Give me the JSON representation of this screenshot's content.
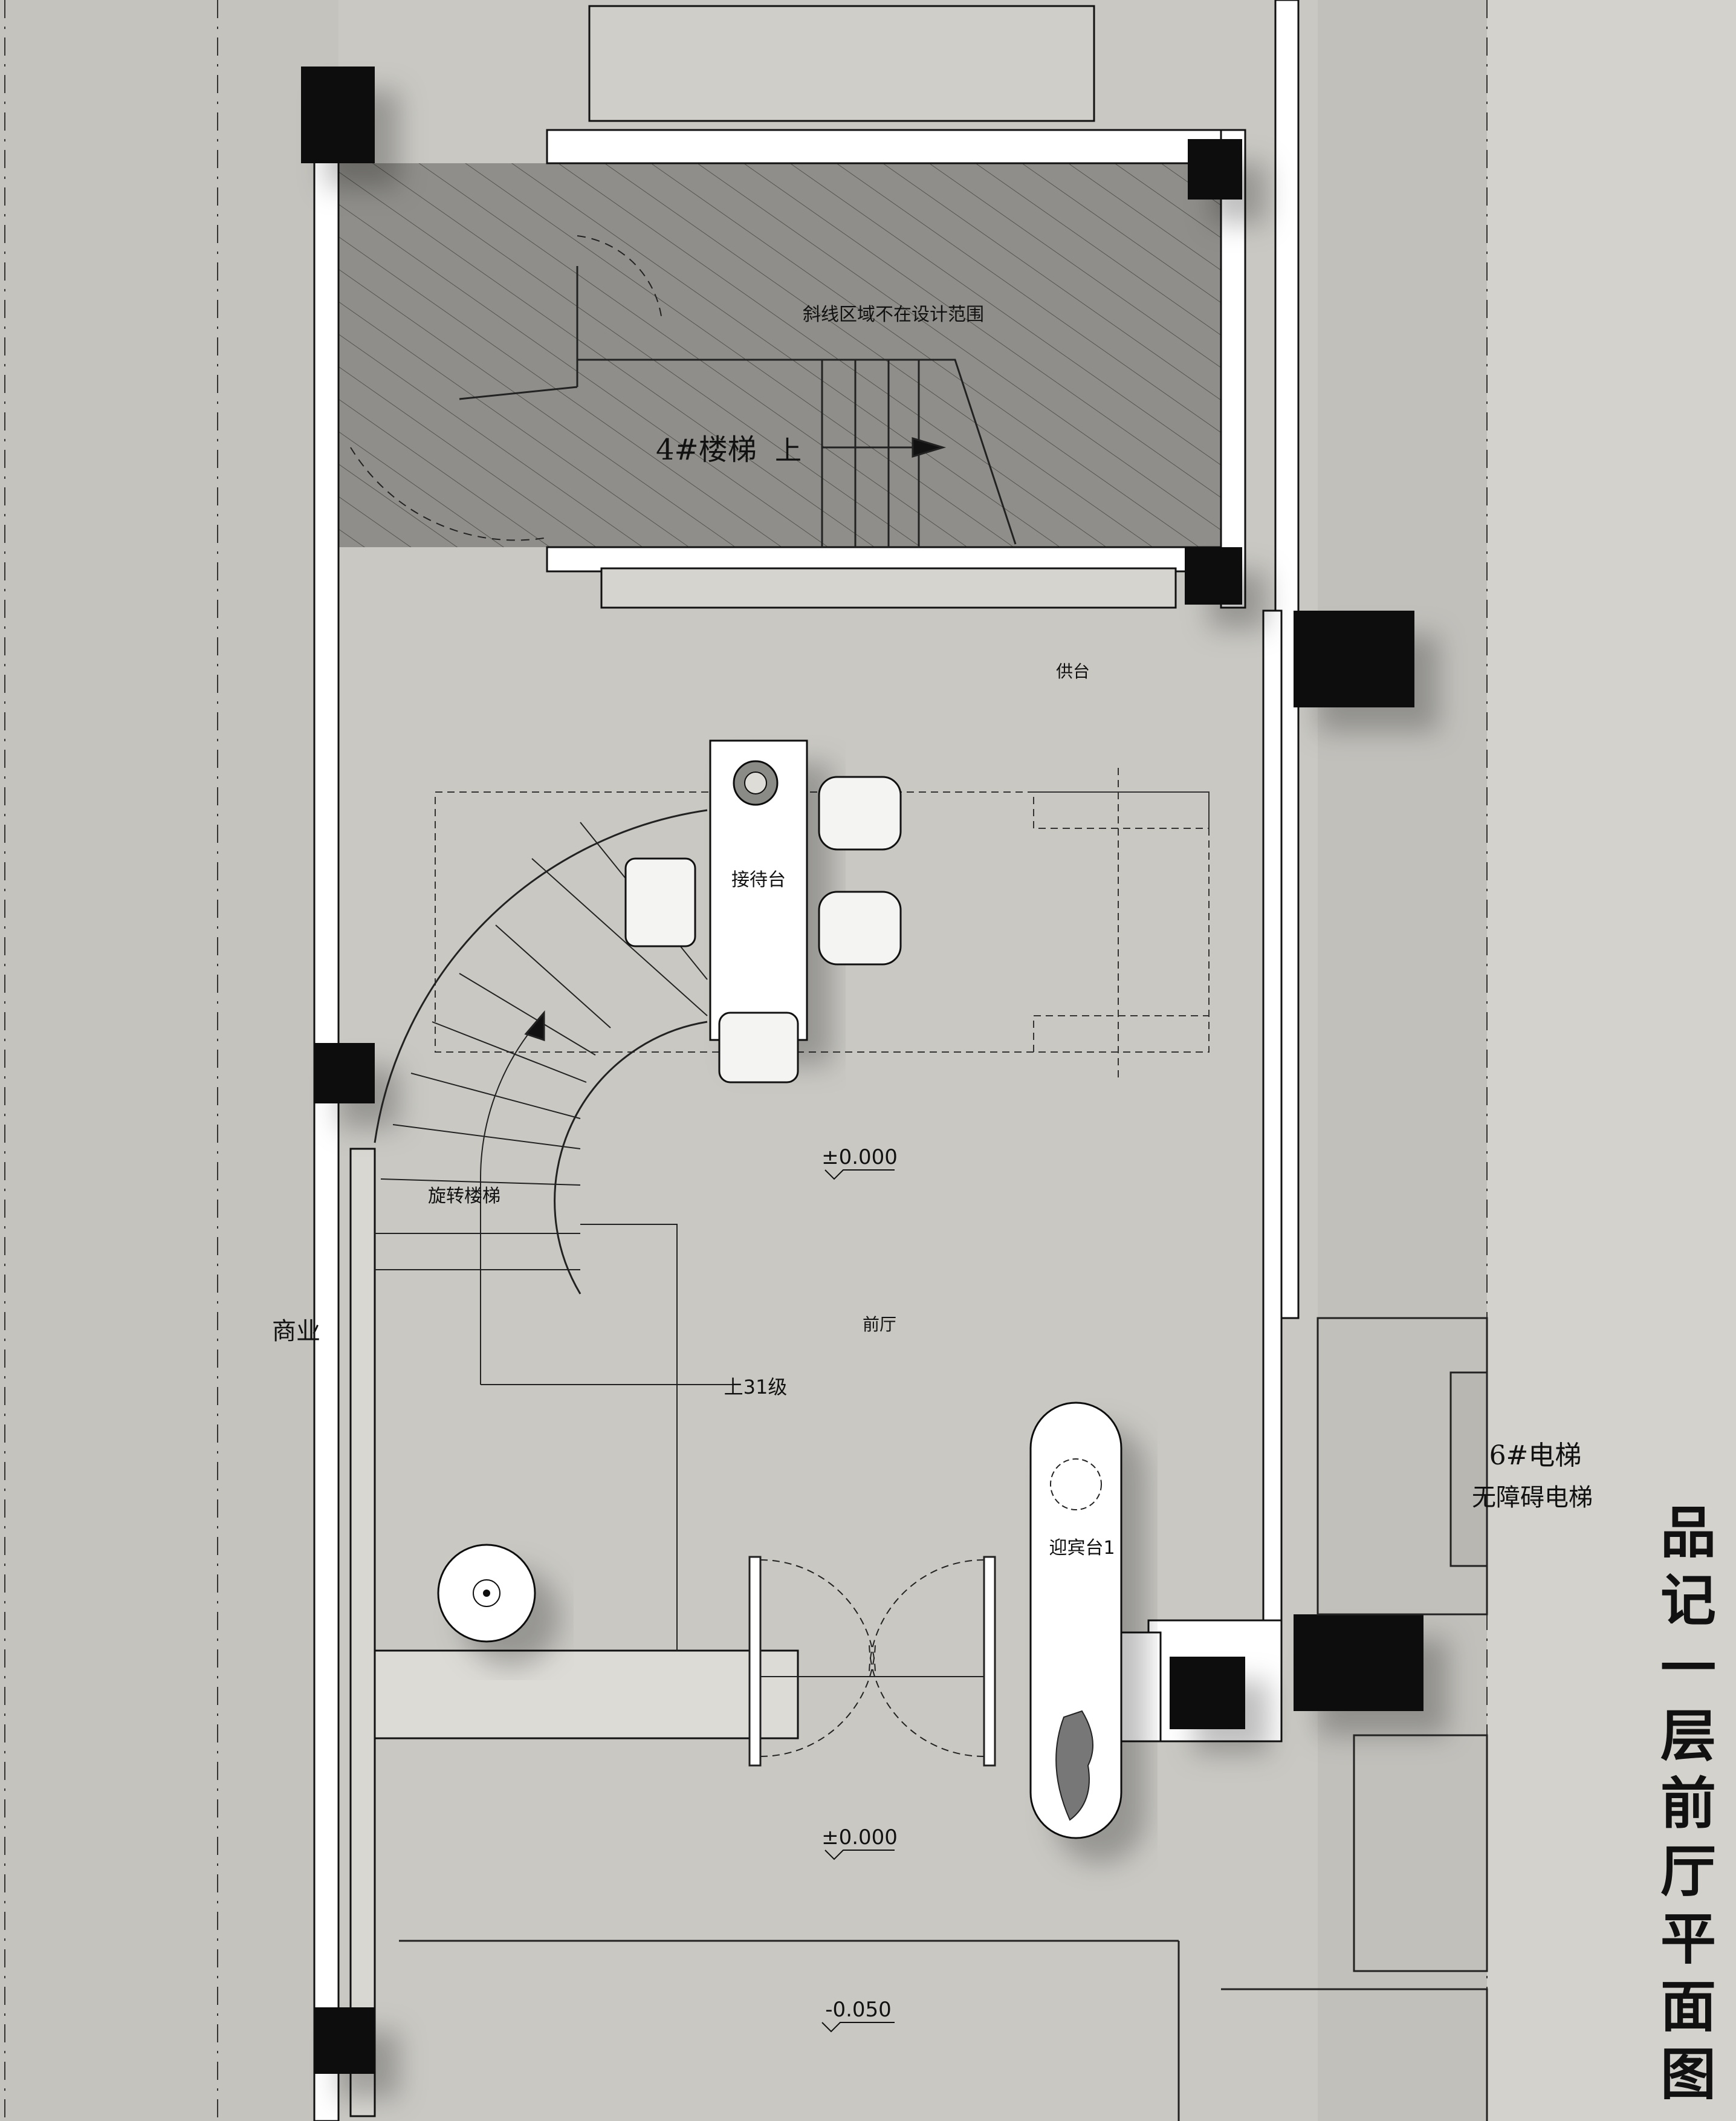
{
  "title": {
    "chars": [
      "品",
      "记",
      "一",
      "层",
      "前",
      "厅",
      "平",
      "面",
      "图"
    ]
  },
  "labels": {
    "hatched_note": "斜线区域不在设计范围",
    "stair4": "4#楼梯",
    "stair4_up": "上",
    "altar": "供台",
    "reception": "接待台",
    "level_main": "±0.000",
    "spiral_stair": "旋转楼梯",
    "commercial": "商业",
    "lobby": "前厅",
    "steps_up": "上31级",
    "elevator6": "6#电梯",
    "accessible_elevator": "无障碍电梯",
    "welcome_desk": "迎宾台1",
    "level_entry": "±0.000",
    "level_outside": "-0.050"
  },
  "colors": {
    "background": "#c9c8c3",
    "wall": "#ffffff",
    "column": "#0d0d0d",
    "hatch_area": "#8f8e8a",
    "line": "#1a1a1a"
  }
}
